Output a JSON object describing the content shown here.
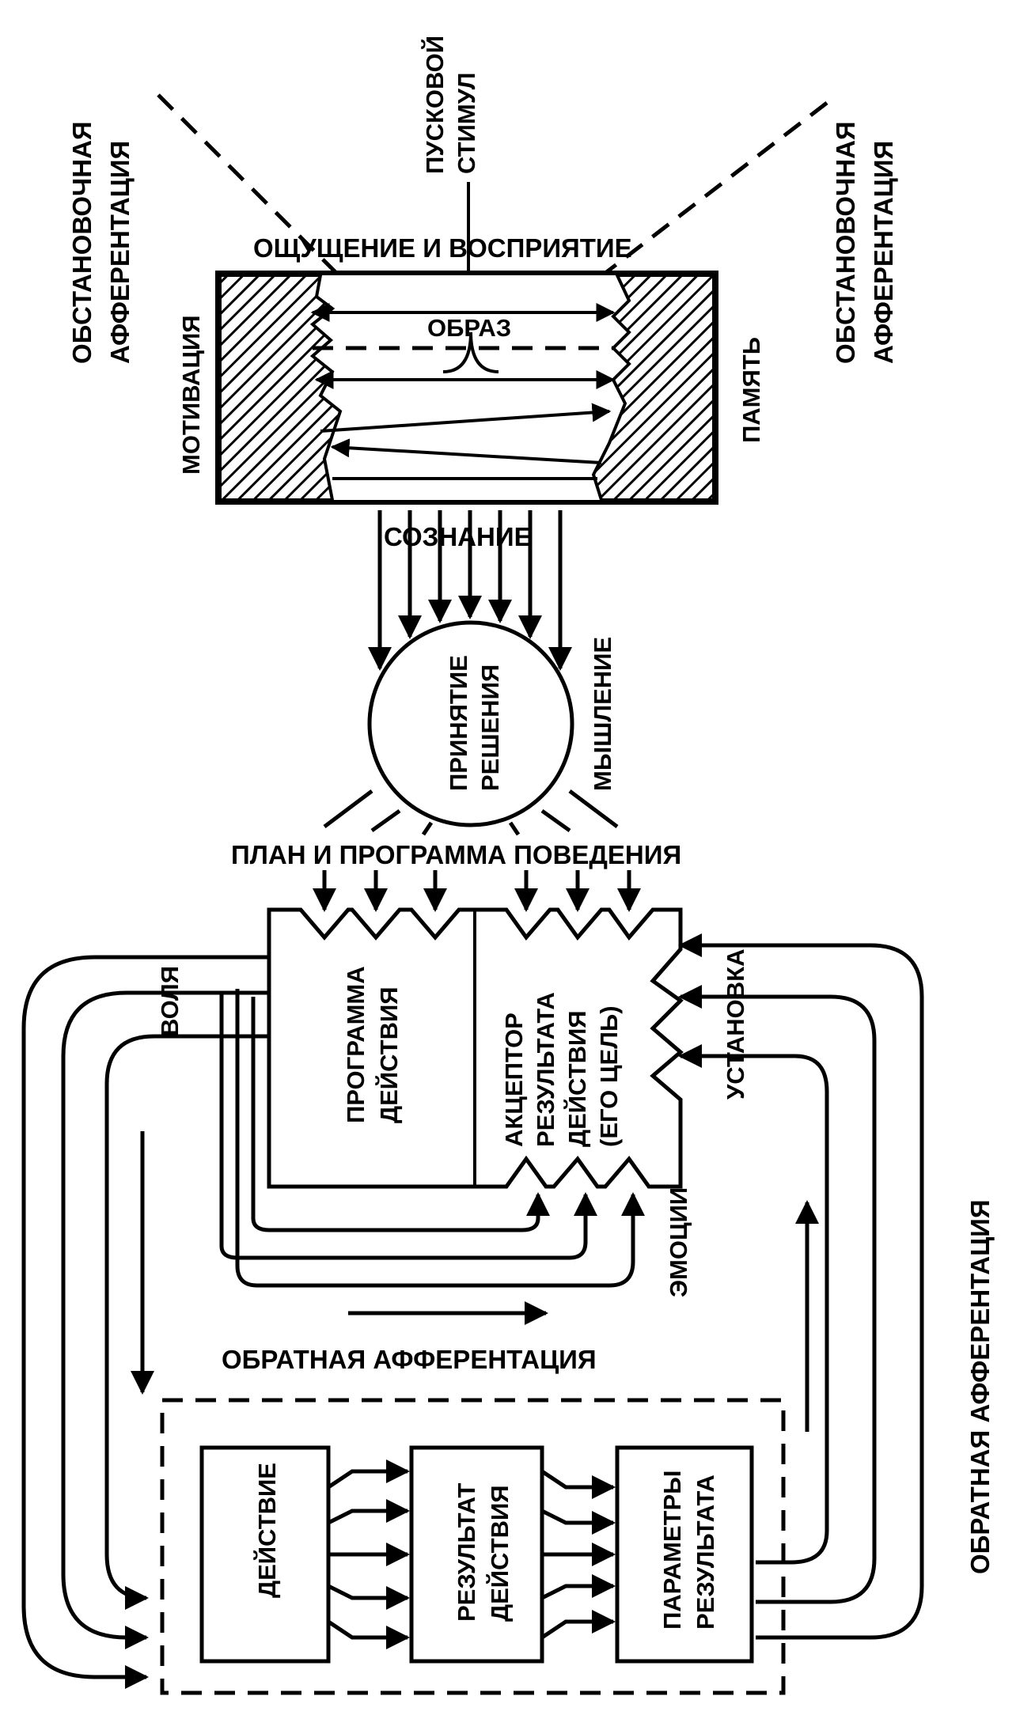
{
  "labels": {
    "env_aff_left_1": "ОБСТАНОВОЧНАЯ",
    "env_aff_left_2": "АФФЕРЕНТАЦИЯ",
    "env_aff_right_1": "ОБСТАНОВОЧНАЯ",
    "env_aff_right_2": "АФФЕРЕНТАЦИЯ",
    "trigger_1": "ПУСКОВОЙ",
    "trigger_2": "СТИМУЛ",
    "sensation": "ОЩУЩЕНИЕ И ВОСПРИЯТИЕ",
    "image": "ОБРАЗ",
    "motivation": "МОТИВАЦИЯ",
    "memory": "ПАМЯТЬ",
    "consciousness": "СОЗНАНИЕ",
    "decision_1": "ПРИНЯТИЕ",
    "decision_2": "РЕШЕНИЯ",
    "thinking": "МЫШЛЕНИЕ",
    "plan": "ПЛАН И ПРОГРАММА ПОВЕДЕНИЯ",
    "will": "ВОЛЯ",
    "program_1": "ПРОГРАММА",
    "program_2": "ДЕЙСТВИЯ",
    "acceptor_1": "АКЦЕПТОР",
    "acceptor_2": "РЕЗУЛЬТАТА",
    "acceptor_3": "ДЕЙСТВИЯ",
    "acceptor_4": "(ЕГО ЦЕЛЬ)",
    "setup": "УСТАНОВКА",
    "emotions": "ЭМОЦИИ",
    "feedback_bottom": "ОБРАТНАЯ АФФЕРЕНТАЦИЯ",
    "feedback_right": "ОБРАТНАЯ АФФЕРЕНТАЦИЯ",
    "action": "ДЕЙСТВИЕ",
    "result_1": "РЕЗУЛЬТАТ",
    "result_2": "ДЕЙСТВИЯ",
    "params_1": "ПАРАМЕТРЫ",
    "params_2": "РЕЗУЛЬТАТА"
  }
}
